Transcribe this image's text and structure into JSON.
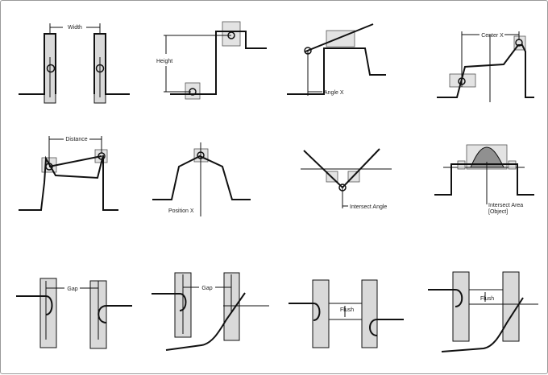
{
  "diagram": {
    "panels": [
      {
        "id": "width",
        "label": "Width"
      },
      {
        "id": "height",
        "label": "Height"
      },
      {
        "id": "angle-x",
        "label": "Angle X"
      },
      {
        "id": "center-x",
        "label": "Center X"
      },
      {
        "id": "distance",
        "label": "Distance"
      },
      {
        "id": "position-x",
        "label": "Position X"
      },
      {
        "id": "intersect-angle",
        "label": "Intersect Angle"
      },
      {
        "id": "intersect-area",
        "label": "Intersect Area",
        "label2": "[Object]"
      },
      {
        "id": "gap-1",
        "label": "Gap"
      },
      {
        "id": "gap-2",
        "label": "Gap"
      },
      {
        "id": "flush-1",
        "label": "Flush"
      },
      {
        "id": "flush-2",
        "label": "Flush"
      }
    ]
  }
}
